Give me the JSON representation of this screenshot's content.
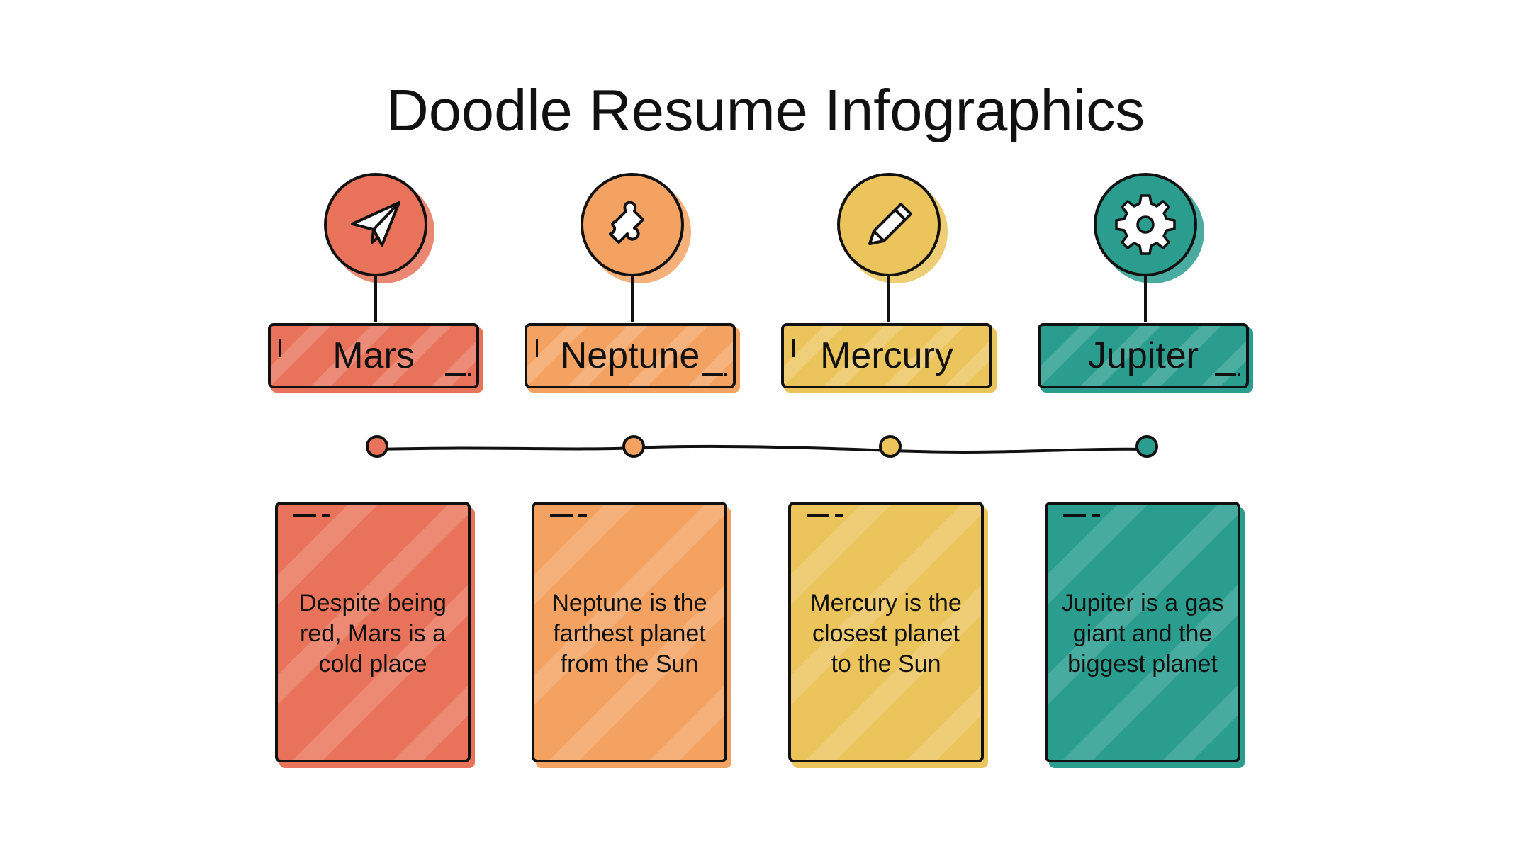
{
  "title": "Doodle Resume Infographics",
  "colors": {
    "mars": "#e8735a",
    "neptune": "#f4a262",
    "mercury": "#ecc45c",
    "jupiter": "#2a9d8f",
    "outline": "#111111"
  },
  "items": [
    {
      "name": "Mars",
      "icon": "paper-plane-icon",
      "color": "#e8735a",
      "text": [
        "Despite being",
        "red, Mars is a",
        "cold place"
      ]
    },
    {
      "name": "Neptune",
      "icon": "puzzle-piece-icon",
      "color": "#f4a262",
      "text": [
        "Neptune is the",
        "farthest planet",
        "from the Sun"
      ]
    },
    {
      "name": "Mercury",
      "icon": "pencil-icon",
      "color": "#ecc45c",
      "text": [
        "Mercury is the",
        "closest planet",
        "to the Sun"
      ]
    },
    {
      "name": "Jupiter",
      "icon": "gear-icon",
      "color": "#2a9d8f",
      "text": [
        "Jupiter is a gas",
        "giant and the",
        "biggest planet"
      ]
    }
  ]
}
